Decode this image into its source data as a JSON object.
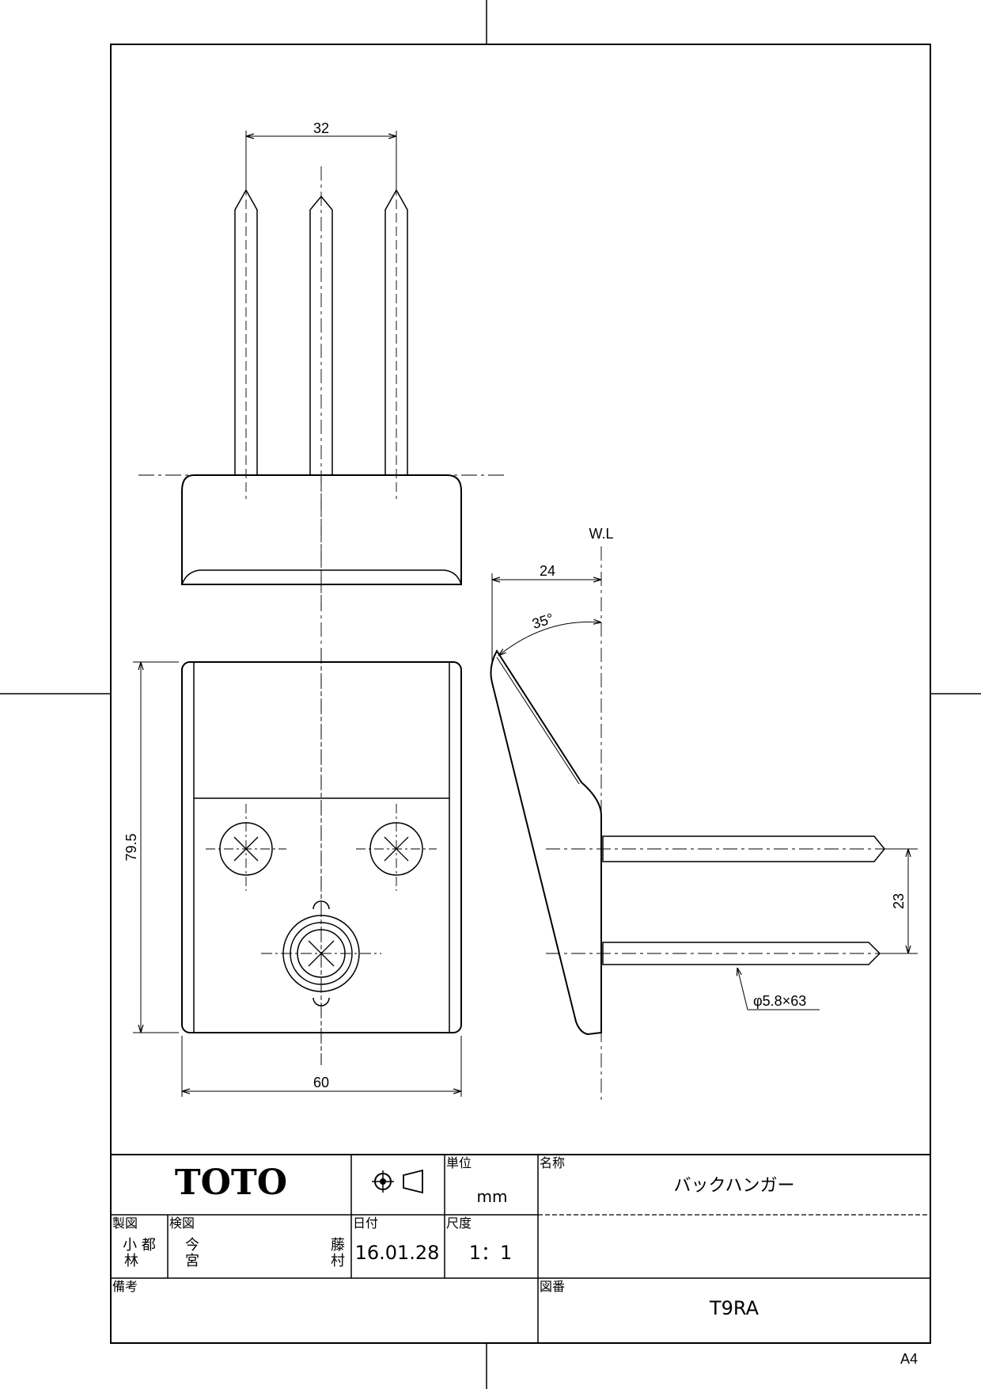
{
  "dimensions": {
    "top_spacing": "32",
    "depth": "24",
    "angle": "35°",
    "height": "79.5",
    "width": "60",
    "screw_spacing": "23",
    "screw_spec": "φ5.8×63"
  },
  "water_line_label": "W.L",
  "title_block": {
    "company": "TOTO",
    "unit_label": "単位",
    "unit_value": "mm",
    "name_label": "名称",
    "product_name": "バックハンガー",
    "drawn_label": "製図",
    "drawn_by_top": "小 都",
    "drawn_by_bottom": "林",
    "checked_label": "検図",
    "checked_by_1": "今",
    "checked_by_2": "宮",
    "approved_by_1": "藤",
    "approved_by_2": "村",
    "date_label": "日付",
    "date_value": "16.01.28",
    "scale_label": "尺度",
    "scale_value": "1：1",
    "remarks_label": "備考",
    "drawing_no_label": "図番",
    "drawing_no": "T9RA"
  },
  "paper_size": "A4"
}
